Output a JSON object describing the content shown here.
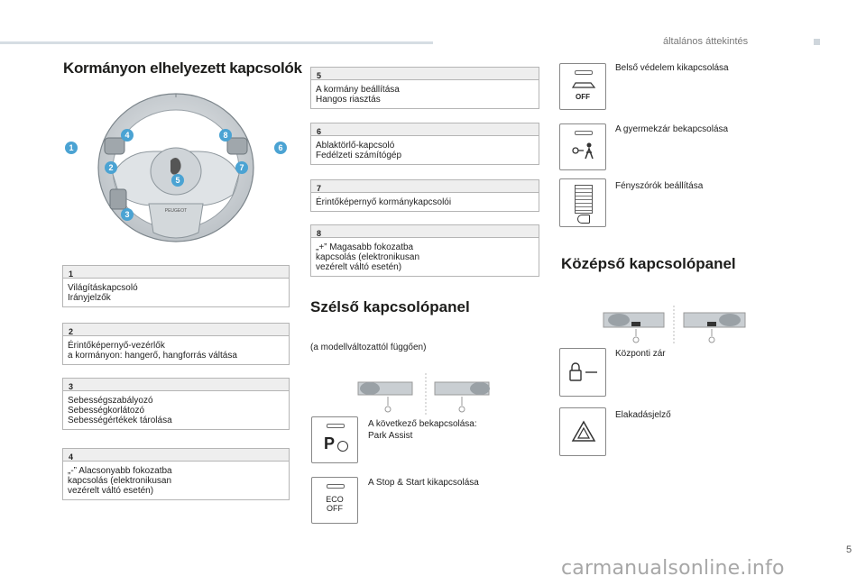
{
  "header": {
    "section": "általános áttekintés"
  },
  "page_number": "5",
  "title": "Kormányon elhelyezett kapcsolók",
  "wheel": {
    "brand": "PEUGEOT",
    "callouts": [
      "1",
      "2",
      "3",
      "4",
      "5",
      "6",
      "7",
      "8"
    ]
  },
  "left_boxes": [
    {
      "num": "1",
      "text": "Világításkapcsoló\nIrányjelzők"
    },
    {
      "num": "2",
      "text": "Érintőképernyő-vezérlők\na kormányon: hangerő, hangforrás váltása"
    },
    {
      "num": "3",
      "text": "Sebességszabályozó\nSebességkorlátozó\nSebességértékek tárolása"
    },
    {
      "num": "4",
      "text": "„-” Alacsonyabb fokozatba\nkapcsolás (elektronikusan\nvezérelt váltó esetén)"
    }
  ],
  "mid_boxes": [
    {
      "num": "5",
      "text": "A kormány beállítása\nHangos riasztás"
    },
    {
      "num": "6",
      "text": "Ablaktörlő-kapcsoló\nFedélzeti számítógép"
    },
    {
      "num": "7",
      "text": "Érintőképernyő kormánykapcsolói"
    },
    {
      "num": "8",
      "text": "„+” Magasabb fokozatba\nkapcsolás (elektronikusan\nvezérelt váltó esetén)"
    }
  ],
  "side_panel": {
    "title": "Szélső kapcsolópanel",
    "note": "(a modellváltozattól függően)",
    "items": [
      {
        "icon": "park-assist-icon",
        "icon_text": "P",
        "label": "A következő bekapcsolása:\nPark Assist"
      },
      {
        "icon": "eco-off-icon",
        "icon_text": "ECO\nOFF",
        "label": "A Stop & Start kikapcsolása"
      }
    ]
  },
  "right_items": [
    {
      "icon": "alarm-off-icon",
      "icon_text": "OFF",
      "label": "Belső védelem kikapcsolása"
    },
    {
      "icon": "child-lock-icon",
      "icon_text": "",
      "label": "A gyermekzár bekapcsolása"
    },
    {
      "icon": "headlamp-adjust-icon",
      "icon_text": "",
      "label": "Fényszórók beállítása"
    }
  ],
  "center_panel": {
    "title": "Középső kapcsolópanel",
    "items": [
      {
        "icon": "central-lock-icon",
        "label": "Központi zár"
      },
      {
        "icon": "hazard-icon",
        "label": "Elakadásjelző"
      }
    ]
  },
  "watermark": "carmanualsonline.info",
  "colors": {
    "callout": "#4ba3d3",
    "box_header_bg": "#eeeeee",
    "border": "#b5b5b5"
  }
}
